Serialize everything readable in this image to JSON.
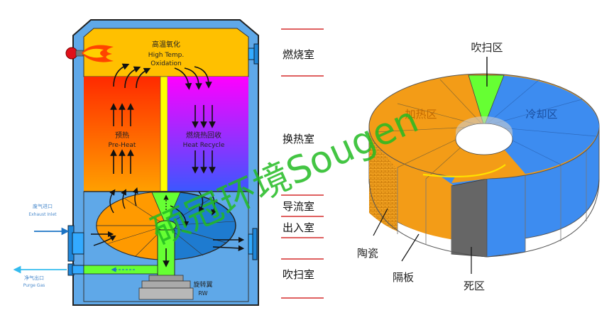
{
  "left": {
    "top_zone": {
      "cn": "高温氧化",
      "en1": "High Temp.",
      "en2": "Oxidation"
    },
    "preheat": {
      "cn": "预热",
      "en": "Pre-Heat"
    },
    "recycle": {
      "cn": "燃烧热回收",
      "en": "Heat Recycle"
    },
    "rotor": {
      "cn": "旋转翼",
      "en": "RW"
    },
    "inlet": {
      "cn": "废气进口",
      "en": "Exhaust Inlet"
    },
    "outlet": {
      "cn": "净气出口",
      "en": "Purge Gas"
    },
    "colors": {
      "shell": "#5fa8e8",
      "top": "#ffc000",
      "preheat_top": "#ff3300",
      "preheat_bottom": "#ff9d00",
      "recycle_top": "#ff00ff",
      "recycle_bottom": "#4a52ff",
      "divider": "#ffff00",
      "rotor_orange": "#ff9a00",
      "rotor_blue": "#1e7bd0",
      "rotor_green": "#66ff33"
    }
  },
  "stages": [
    "燃烧室",
    "换热室",
    "导流室",
    "出入室",
    "吹扫室"
  ],
  "right": {
    "zones": {
      "purge": "吹扫区",
      "heating": "加热区",
      "cooling": "冷却区",
      "ceramic": "陶瓷",
      "partition": "隔板",
      "dead": "死区"
    },
    "colors": {
      "orange": "#f39c17",
      "blue": "#3d8cf0",
      "green": "#66ff33",
      "gray": "#666666"
    }
  },
  "watermark": "硕冠环境Sougen"
}
